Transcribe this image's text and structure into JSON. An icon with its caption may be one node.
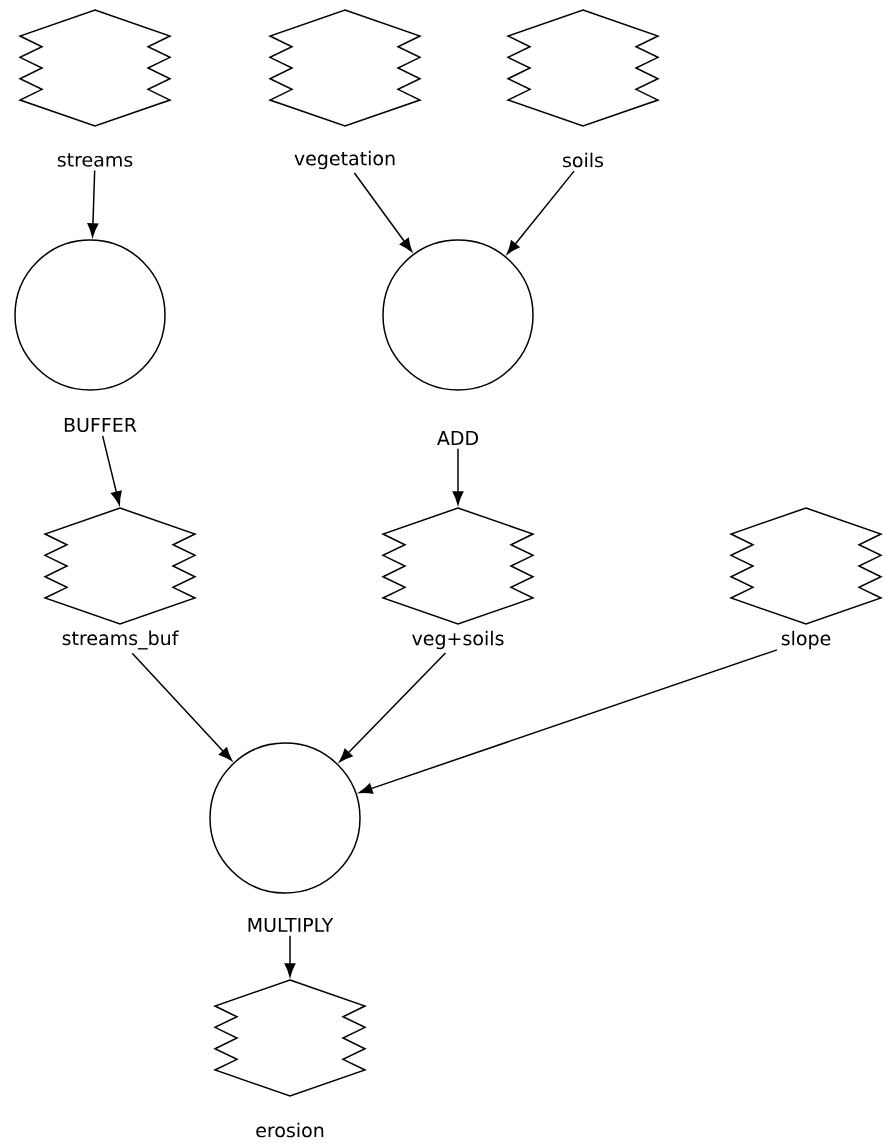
{
  "diagram": {
    "nodes": [
      {
        "text": [
          "streams"
        ]
      },
      {
        "text": [
          "vegetation"
        ]
      },
      {
        "text": [
          "soils"
        ]
      },
      {
        "text": [
          "BUFFER"
        ]
      },
      {
        "text": [
          "ADD"
        ]
      },
      {
        "text": [
          "streams_buf"
        ]
      },
      {
        "text": [
          "veg+soils"
        ]
      },
      {
        "text": [
          "slope"
        ]
      },
      {
        "text": [
          "MULTIPLY"
        ]
      },
      {
        "text": [
          "erosion"
        ]
      }
    ],
    "edges": [
      {
        "from": 0,
        "to": 3,
        "arrow": "to"
      },
      {
        "from": 1,
        "to": 4,
        "arrow": "to"
      },
      {
        "from": 2,
        "to": 4,
        "arrow": "to"
      },
      {
        "from": 3,
        "to": 5,
        "arrow": "to"
      },
      {
        "from": 4,
        "to": 6,
        "arrow": "to"
      },
      {
        "from": 5,
        "to": 8,
        "arrow": "to"
      },
      {
        "from": 6,
        "to": 8,
        "arrow": "to"
      },
      {
        "from": 7,
        "to": 8,
        "arrow": "to"
      },
      {
        "from": 8,
        "to": 9,
        "arrow": "to"
      }
    ]
  }
}
